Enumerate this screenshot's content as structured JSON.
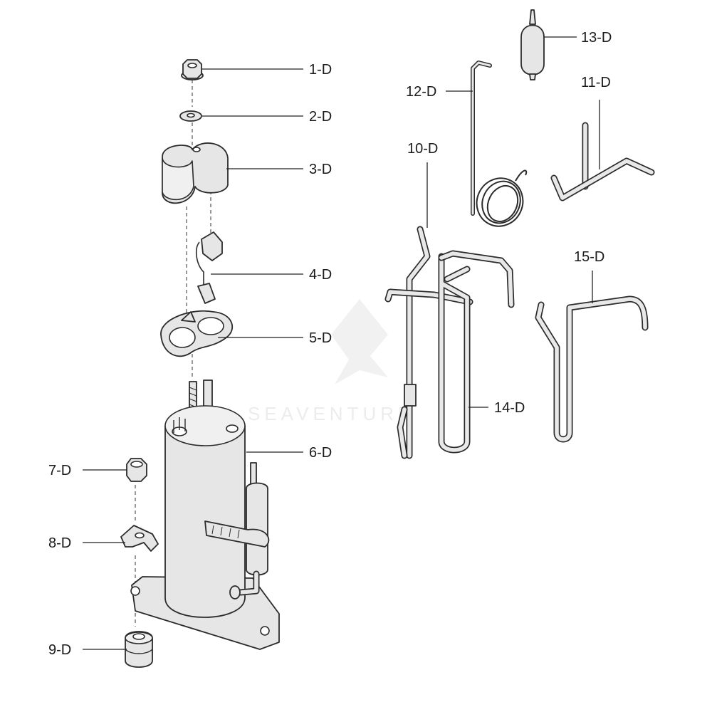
{
  "watermark": {
    "text": "SEAVENTURE"
  },
  "callouts": [
    {
      "id": "1-D",
      "part": "flange-nut"
    },
    {
      "id": "2-D",
      "part": "washer"
    },
    {
      "id": "3-D",
      "part": "terminal-cover"
    },
    {
      "id": "4-D",
      "part": "terminal-wire-clip"
    },
    {
      "id": "5-D",
      "part": "terminal-gasket"
    },
    {
      "id": "6-D",
      "part": "compressor"
    },
    {
      "id": "7-D",
      "part": "mount-nut"
    },
    {
      "id": "8-D",
      "part": "mount-bracket"
    },
    {
      "id": "9-D",
      "part": "rubber-grommet"
    },
    {
      "id": "10-D",
      "part": "suction-pipe"
    },
    {
      "id": "11-D",
      "part": "bent-pipe"
    },
    {
      "id": "12-D",
      "part": "capillary-tube"
    },
    {
      "id": "13-D",
      "part": "strainer"
    },
    {
      "id": "14-D",
      "part": "discharge-pipe-assembly"
    },
    {
      "id": "15-D",
      "part": "return-pipe"
    }
  ]
}
